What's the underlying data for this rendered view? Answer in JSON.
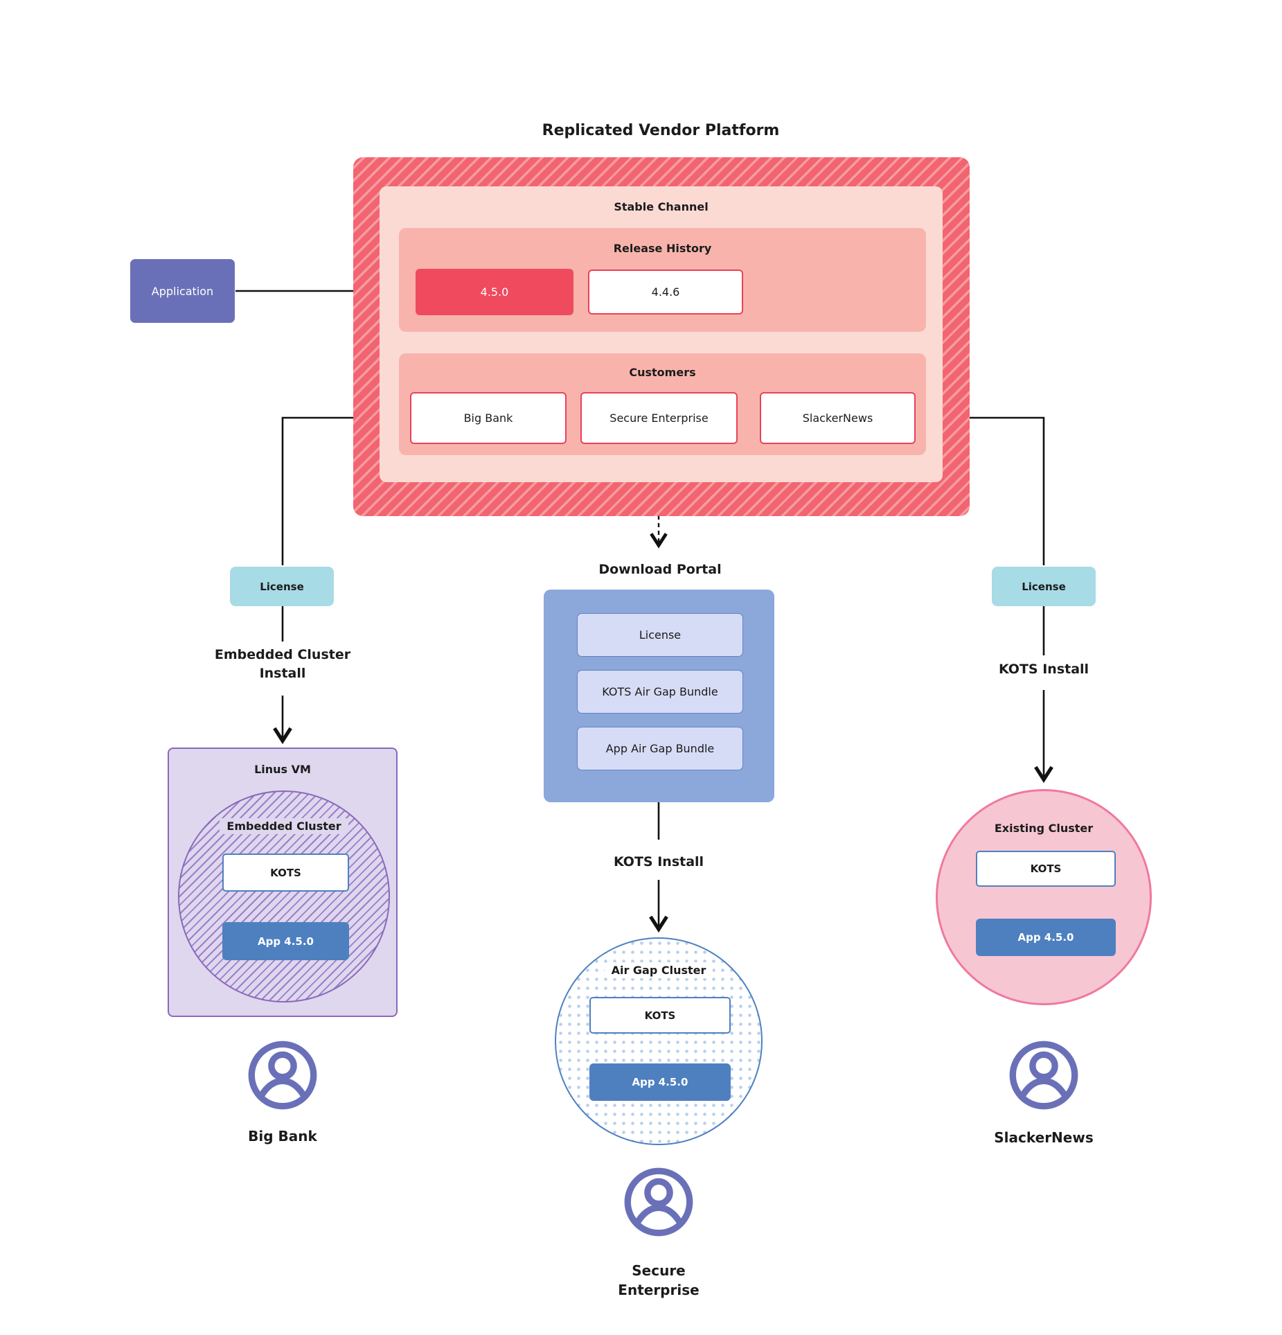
{
  "colors": {
    "ink": "#1b1b1b",
    "red-base": "#f2646f",
    "red-stripe": "#f79ba2",
    "red-accent": "#e8425a",
    "red-solid": "#ef4a5e",
    "pink-light": "#fbdad4",
    "pink-mid": "#f8b4ac",
    "purple-app": "#6a70b8",
    "teal": "#a7dbe6",
    "dp-blue": "#8ca8da",
    "dp-item": "#d6dcf5",
    "dp-border": "#6480c6",
    "blue-box": "#4e80c0",
    "vm-bg": "#ded7ee",
    "vm-border": "#8a68bb",
    "vm-stripe": "#9b7ec9",
    "pinkc-bg": "#f7c6d3",
    "pinkc-border": "#f0789e",
    "dot": "#b9cfec",
    "person": "#6a70b8"
  },
  "title": "Replicated Vendor Platform",
  "platform": {
    "stable_channel": {
      "label": "Stable Channel",
      "release_history": {
        "label": "Release History",
        "releases": [
          {
            "version": "4.5.0"
          },
          {
            "version": "4.4.6"
          }
        ]
      },
      "customers": {
        "label": "Customers",
        "items": [
          "Big Bank",
          "Secure Enterprise",
          "SlackerNews"
        ]
      }
    }
  },
  "application": {
    "label": "Application"
  },
  "download_portal": {
    "title": "Download Portal",
    "items": [
      "License",
      "KOTS Air Gap Bundle",
      "App Air Gap Bundle"
    ]
  },
  "left_flow": {
    "license": "License",
    "install_line1": "Embedded Cluster",
    "install_line2": "Install",
    "vm_label": "Linus VM",
    "cluster_label": "Embedded Cluster",
    "kots": "KOTS",
    "app": "App 4.5.0",
    "user": "Big Bank"
  },
  "mid_flow": {
    "install": "KOTS Install",
    "cluster_label": "Air Gap Cluster",
    "kots": "KOTS",
    "app": "App 4.5.0",
    "user_line1": "Secure",
    "user_line2": "Enterprise"
  },
  "right_flow": {
    "license": "License",
    "install": "KOTS Install",
    "cluster_label": "Existing Cluster",
    "kots": "KOTS",
    "app": "App 4.5.0",
    "user": "SlackerNews"
  }
}
